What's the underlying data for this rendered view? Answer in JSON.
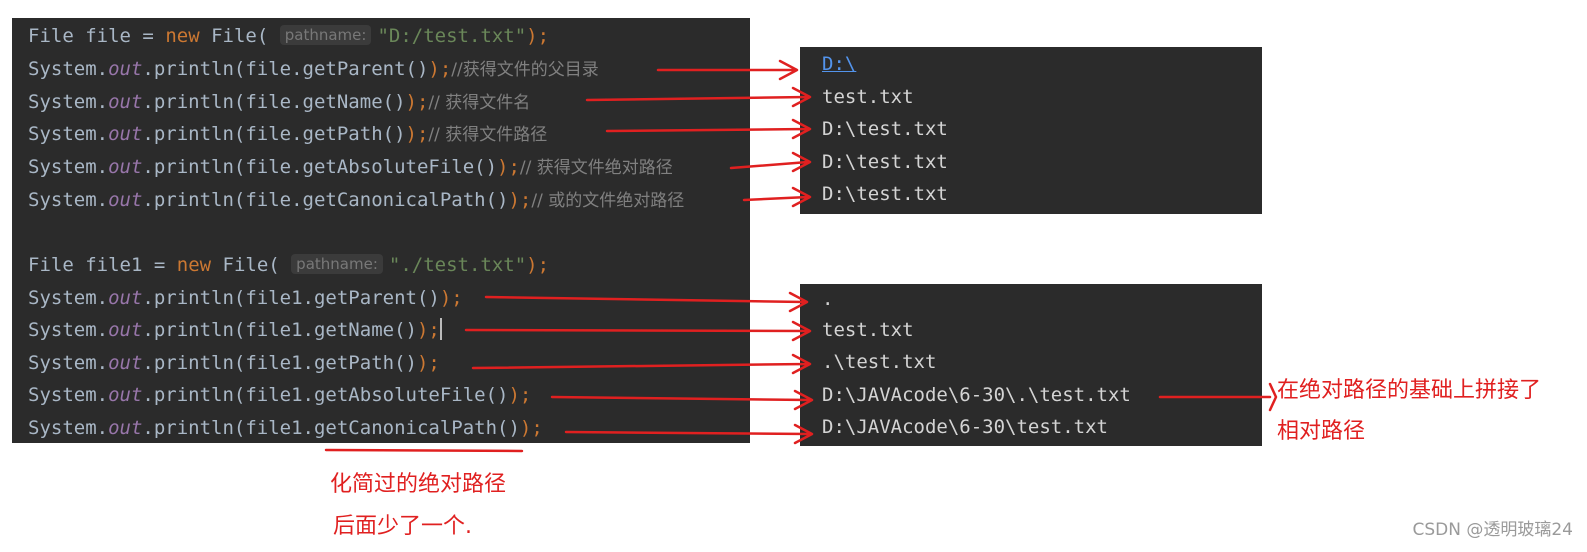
{
  "code_block_1": {
    "decl": {
      "type": "File",
      "var": "file",
      "eq": " = ",
      "new_kw": "new",
      "ctor": " File(",
      "hint": "pathname:",
      "arg": "\"D:/test.txt\"",
      "end": ");"
    },
    "calls": [
      {
        "method": "file.getParent()",
        "end": ");",
        "comment": "//获得文件的父目录"
      },
      {
        "method": "file.getName()",
        "end": ");",
        "comment": "// 获得文件名"
      },
      {
        "method": "file.getPath()",
        "end": ");",
        "comment": "// 获得文件路径"
      },
      {
        "method": "file.getAbsoluteFile()",
        "end": ");",
        "comment": "// 获得文件绝对路径"
      },
      {
        "method": "file.getCanonicalPath()",
        "end": ");",
        "comment": "// 或的文件绝对路径"
      }
    ]
  },
  "code_block_2": {
    "decl": {
      "type": "File",
      "var": "file1",
      "eq": " = ",
      "new_kw": "new",
      "ctor": " File(",
      "hint": "pathname:",
      "arg": "\"./test.txt\"",
      "end": ");"
    },
    "calls": [
      {
        "method": "file1.getParent()",
        "end": ");"
      },
      {
        "method": "file1.getName()",
        "end": ");"
      },
      {
        "method": "file1.getPath()",
        "end": ");"
      },
      {
        "method": "file1.getAbsoluteFile()",
        "end": ");"
      },
      {
        "method": "file1.getCanonicalPath()",
        "end": ");"
      }
    ]
  },
  "code_common": {
    "system": "System.",
    "out": "out",
    "println": ".println("
  },
  "output_1": [
    "D:\\",
    "test.txt",
    "D:\\test.txt",
    "D:\\test.txt",
    "D:\\test.txt"
  ],
  "output_2": [
    ".",
    "test.txt",
    ".\\test.txt",
    "D:\\JAVAcode\\6-30\\.\\test.txt",
    "D:\\JAVAcode\\6-30\\test.txt"
  ],
  "annotations": {
    "canonical_line1": "化简过的绝对路径",
    "canonical_line2": "后面少了一个.",
    "absolute_line1": "在绝对路径的基础上拼接了",
    "absolute_line2": "相对路径"
  },
  "watermark": "CSDN @透明玻璃24",
  "colors": {
    "editor_bg": "#2b2b2b",
    "keyword": "#cc7832",
    "field": "#9876aa",
    "string": "#6a8759",
    "comment": "#808080",
    "default_text": "#a9b7c6",
    "annotation_red": "#e02020",
    "link_blue": "#5394ec"
  }
}
